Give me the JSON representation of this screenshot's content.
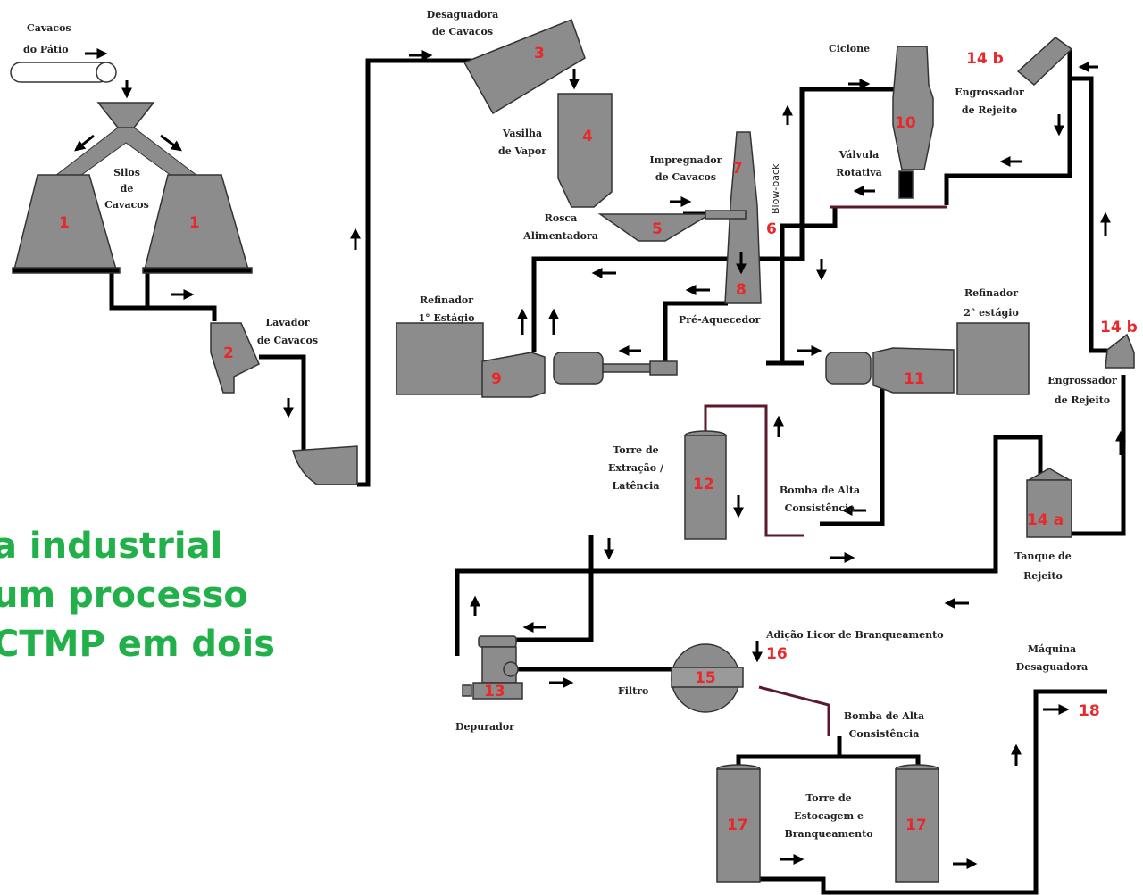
{
  "caption": {
    "line1": "a industrial",
    "line2": "um processo",
    "line3": "CTMP em dois"
  },
  "labels": {
    "cavacos_patio": [
      "Cavacos",
      "do Pátio"
    ],
    "silos": [
      "Silos",
      "de",
      "Cavacos"
    ],
    "lavador": [
      "Lavador",
      "de Cavacos"
    ],
    "drenador": [
      "Desaguadora",
      "de Cavacos"
    ],
    "vasilha_vapor": [
      "Vasilha",
      "de Vapor"
    ],
    "impregnador": [
      "Impregnador",
      "de Cavacos"
    ],
    "rosca": [
      "Rosca",
      "Alimentadora"
    ],
    "refinador1": [
      "Refinador",
      "1° Estágio"
    ],
    "pre_aquecedor": [
      "Pré-Aquecedor"
    ],
    "blowback": "Blow-back",
    "ciclone": [
      "Ciclone"
    ],
    "valvula": [
      "Válvula",
      "Rotativa"
    ],
    "engrossador_top": [
      "Engrossador",
      "de Rejeito"
    ],
    "refinador2": [
      "Refinador",
      "2° estágio"
    ],
    "engrossador_right": [
      "Engrossador",
      "de Rejeito"
    ],
    "torre12": [
      "Torre de",
      "Extração /",
      "Latência"
    ],
    "bomba_alta1": [
      "Bomba de Alta",
      "Consistência"
    ],
    "tanque_rejeito": [
      "Tanque de",
      "Rejeito"
    ],
    "depurador": [
      "Depurador"
    ],
    "filtro": [
      "Filtro"
    ],
    "adicao": [
      "Adição Licor de Branqueamento"
    ],
    "bomba_alta2": [
      "Bomba de Alta",
      "Consistência"
    ],
    "maquina": [
      "Máquina",
      "Desaguadora"
    ],
    "torre17": [
      "Torre de",
      "Estocagem e",
      "Branqueamento"
    ]
  },
  "numbers": {
    "n1a": "1",
    "n1b": "1",
    "n2": "2",
    "n3": "3",
    "n4": "4",
    "n5": "5",
    "n6": "6",
    "n7": "7",
    "n8": "8",
    "n9": "9",
    "n10": "10",
    "n11": "11",
    "n12": "12",
    "n13": "13",
    "n14a": "14 a",
    "n14b_top": "14 b",
    "n14b_right": "14 b",
    "n15": "15",
    "n16": "16",
    "n17a": "17",
    "n17b": "17",
    "n18": "18"
  },
  "colors": {
    "equipment": "#8c8c8c",
    "pipe": "#000000",
    "pipe_maroon": "#5a1a2a",
    "number": "#e8282b",
    "caption": "#22b04a"
  }
}
